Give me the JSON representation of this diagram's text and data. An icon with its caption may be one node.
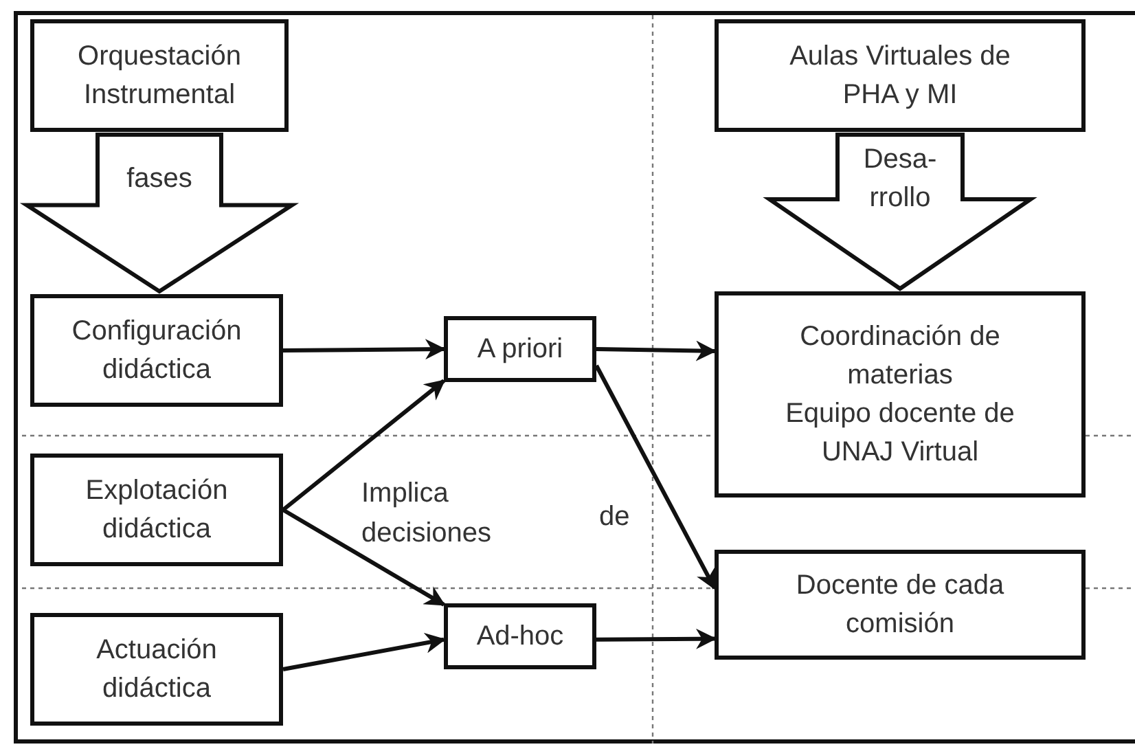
{
  "diagram": {
    "nodes": [
      {
        "text": [
          "Orquestación Instrumental"
        ]
      },
      {
        "text": [
          "Aulas Virtuales de PHA y MI"
        ]
      },
      {
        "text": [
          "Configuración didáctica"
        ]
      },
      {
        "text": [
          "A priori"
        ]
      },
      {
        "text": [
          "Coordinación de materias",
          "Equipo docente de UNAJ Virtual"
        ]
      },
      {
        "text": [
          "Explotación didáctica"
        ]
      },
      {
        "text": [
          "Actuación didáctica"
        ]
      },
      {
        "text": [
          "Ad-hoc"
        ]
      },
      {
        "text": [
          "Docente de cada comisión"
        ]
      }
    ],
    "edges": [
      {
        "from": 0,
        "to": 2,
        "arrow": "to",
        "label": "fases",
        "style": "thick"
      },
      {
        "from": 1,
        "to": 4,
        "arrow": "to",
        "label": "Desa- rrollo",
        "style": "thick"
      },
      {
        "from": 2,
        "to": 3,
        "arrow": "to"
      },
      {
        "from": 5,
        "to": 3,
        "arrow": "to"
      },
      {
        "from": 5,
        "to": 7,
        "arrow": "to"
      },
      {
        "from": 6,
        "to": 7,
        "arrow": "to"
      },
      {
        "from": 3,
        "to": 4,
        "arrow": "to"
      },
      {
        "from": 3,
        "to": 8,
        "arrow": "to"
      },
      {
        "from": 7,
        "to": 8,
        "arrow": "to"
      }
    ],
    "labels": [
      "Implica decisiones",
      "de"
    ]
  }
}
